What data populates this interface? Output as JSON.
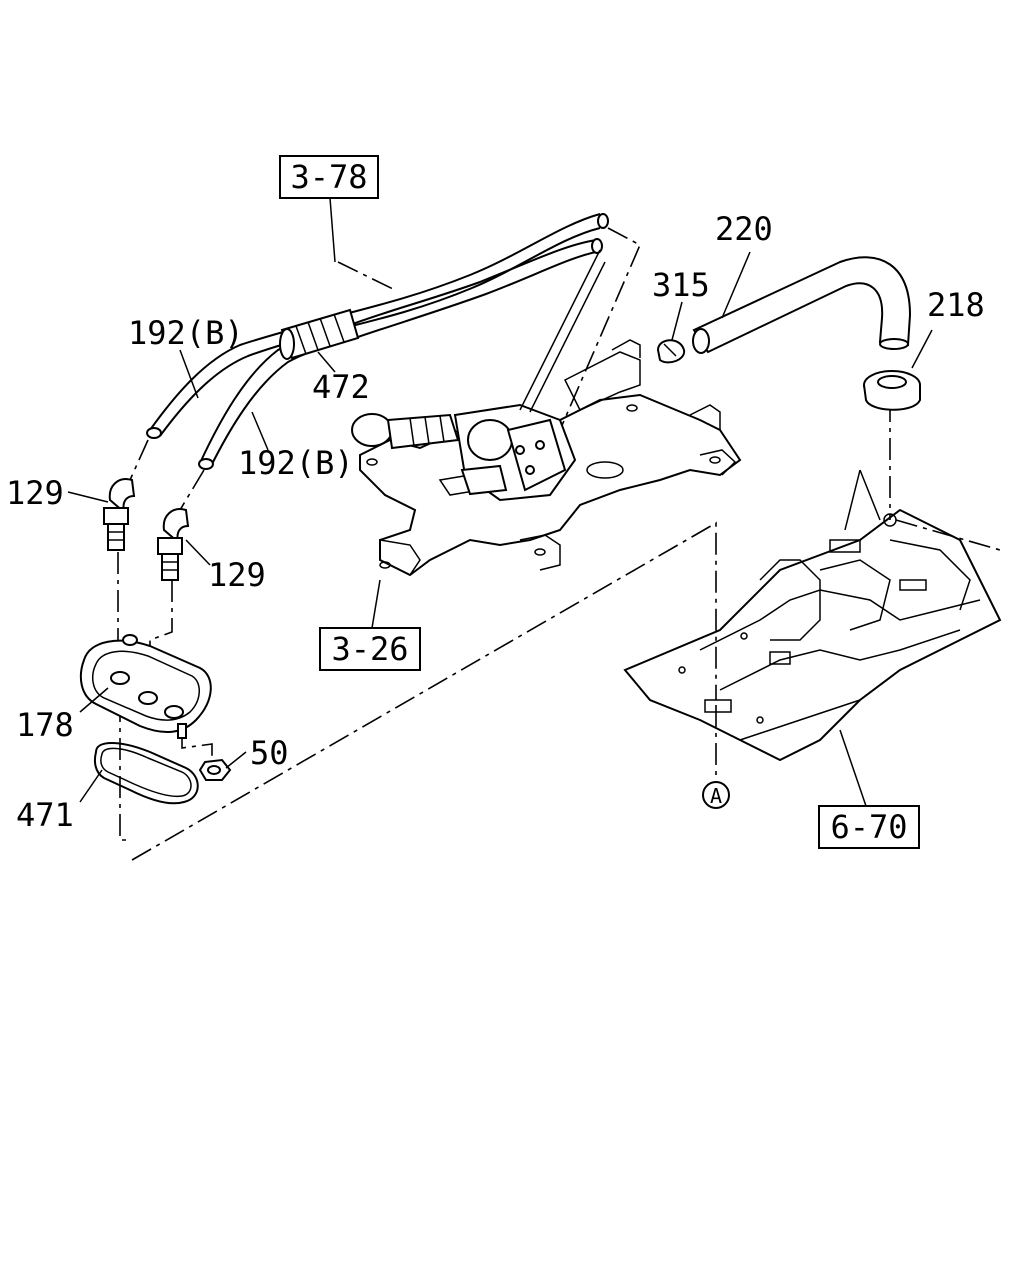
{
  "diagram": {
    "ref_boxes": {
      "ref_3_78": "3-78",
      "ref_3_26": "3-26",
      "ref_6_70": "6-70"
    },
    "callouts": {
      "p220": "220",
      "p315": "315",
      "p218": "218",
      "p192b_upper": "192(B)",
      "p192b_lower": "192(B)",
      "p472": "472",
      "p129_left": "129",
      "p129_right": "129",
      "p178": "178",
      "p50": "50",
      "p471": "471"
    },
    "marker_a": "A"
  }
}
